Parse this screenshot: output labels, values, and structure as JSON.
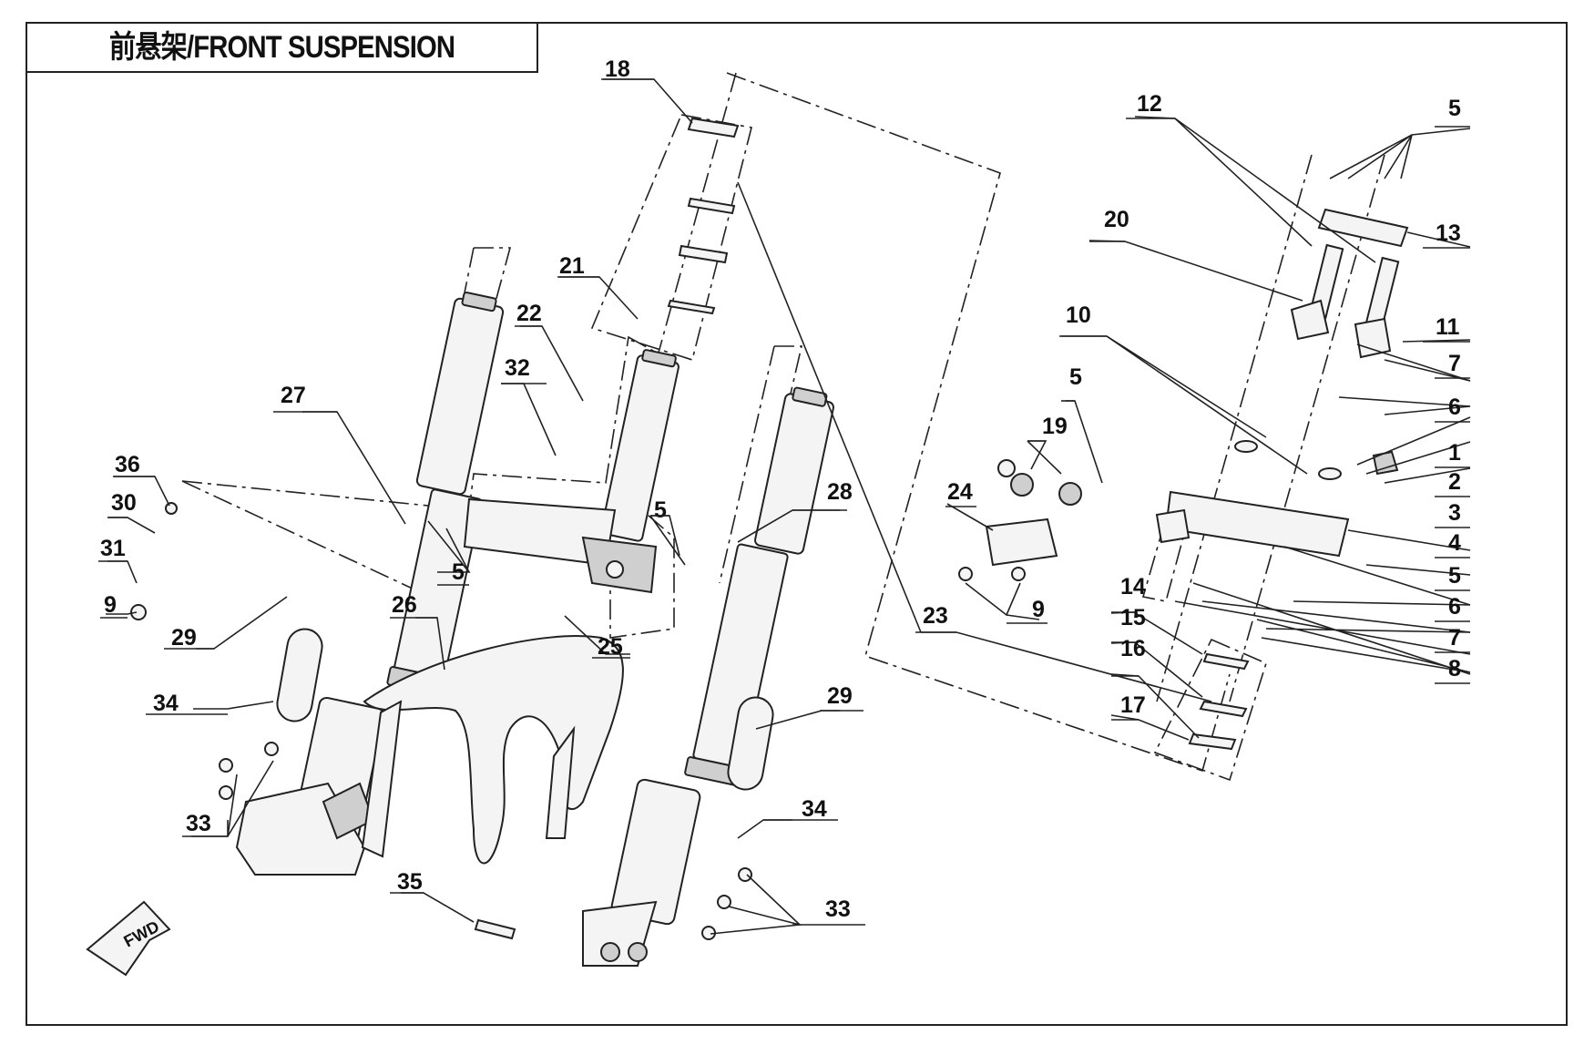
{
  "title": "前悬架/FRONT SUSPENSION",
  "fwd_label": "FWD",
  "callouts": {
    "c1": "1",
    "c2": "2",
    "c3": "3",
    "c4": "4",
    "c5a": "5",
    "c5b": "5",
    "c5c": "5",
    "c5d": "5",
    "c5e": "5",
    "c6a": "6",
    "c6b": "6",
    "c7a": "7",
    "c7b": "7",
    "c8": "8",
    "c9a": "9",
    "c9b": "9",
    "c10": "10",
    "c11": "11",
    "c12": "12",
    "c13": "13",
    "c14": "14",
    "c15": "15",
    "c16": "16",
    "c17": "17",
    "c18": "18",
    "c19": "19",
    "c20": "20",
    "c21": "21",
    "c22": "22",
    "c23": "23",
    "c24": "24",
    "c25": "25",
    "c26": "26",
    "c27": "27",
    "c28": "28",
    "c29a": "29",
    "c29b": "29",
    "c30": "30",
    "c31": "31",
    "c32": "32",
    "c33a": "33",
    "c33b": "33",
    "c34a": "34",
    "c34b": "34",
    "c35": "35",
    "c36": "36"
  }
}
